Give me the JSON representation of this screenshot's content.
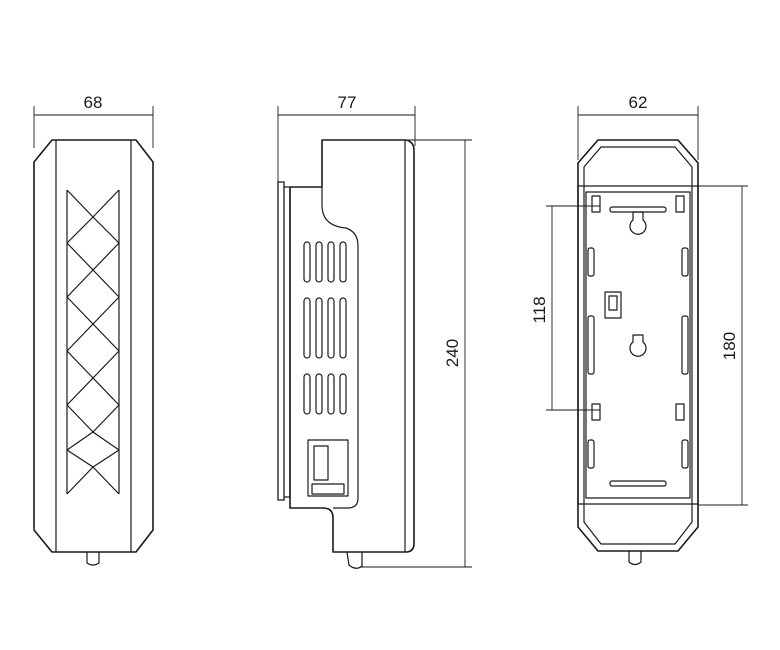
{
  "dimensions": {
    "front_width": "68",
    "side_depth": "77",
    "side_height": "240",
    "back_width": "62",
    "hole_spacing": "118",
    "back_height": "180"
  }
}
